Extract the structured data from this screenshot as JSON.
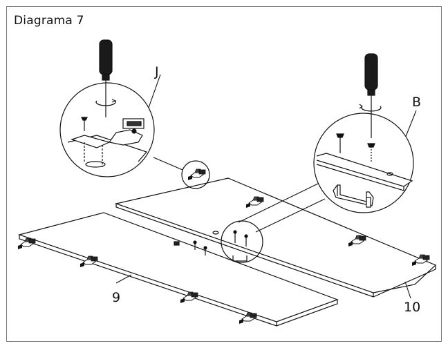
{
  "diagram": {
    "title": "Diagrama 7",
    "labels": {
      "detail_j": "J",
      "detail_b": "B",
      "panel_9": "9",
      "panel_10": "10"
    },
    "colors": {
      "line": "#1a1a1a",
      "handle": "#1a1a1a",
      "border": "#7a7a7a"
    }
  }
}
